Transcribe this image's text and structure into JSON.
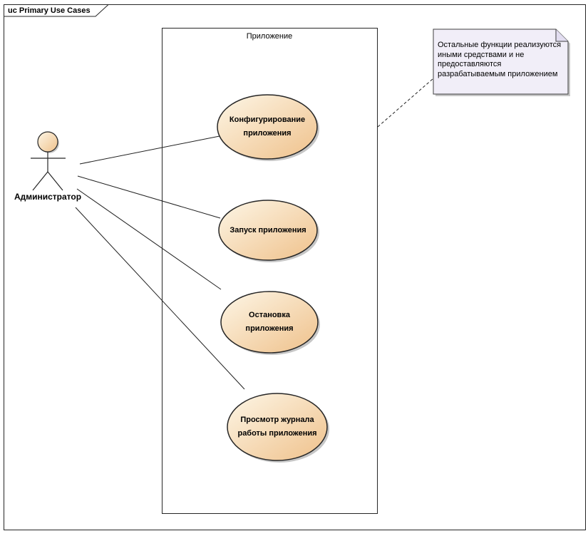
{
  "frame": {
    "tab_label": "uc Primary Use Cases"
  },
  "system_boundary": {
    "label": "Приложение"
  },
  "actor": {
    "label": "Администратор"
  },
  "use_cases": [
    {
      "label": "Конфигурирование\nприложения"
    },
    {
      "label": "Запуск приложения"
    },
    {
      "label": "Остановка\nприложения"
    },
    {
      "label": "Просмотр журнала\nработы приложения"
    }
  ],
  "note": {
    "text": "Остальные функции реализуются\nиными средствами и не\nпредоставляются\nразрабатываемым приложением"
  },
  "colors": {
    "usecase_gradient_start": "#fdf6e6",
    "usecase_gradient_end": "#efc18b",
    "note_bg": "#f1eef8",
    "shadow": "#c6c6c6",
    "line": "#1f1f1f",
    "border": "#262626"
  }
}
